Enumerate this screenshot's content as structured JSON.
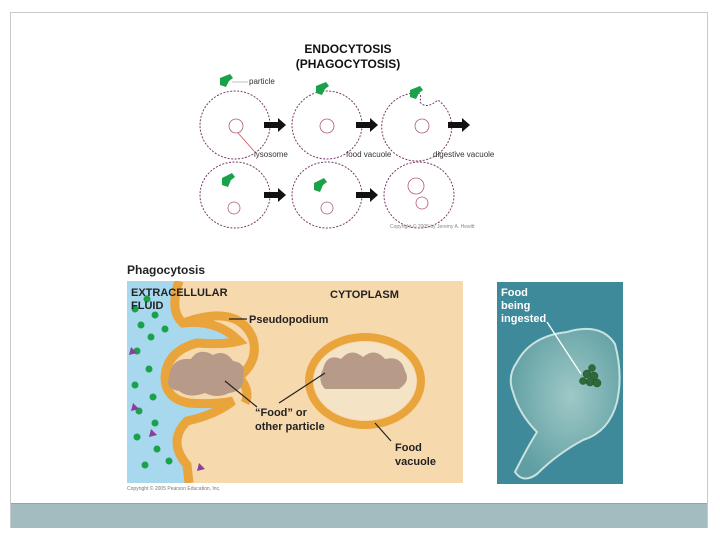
{
  "top_diagram": {
    "title_line1": "ENDOCYTOSIS",
    "title_line2": "(PHAGOCYTOSIS)",
    "label_particle": "particle",
    "label_lysosome": "lysosome",
    "label_food_vacuole": "food vacuole",
    "label_digestive_vacuole": "digestive vacuole",
    "copyright": "Copyright © 2005 by Jeremy A. Hewitt"
  },
  "phagocytosis_figure": {
    "title": "Phagocytosis",
    "label_extracellular_1": "EXTRACELLULAR",
    "label_extracellular_2": "FLUID",
    "label_cytoplasm": "CYTOPLASM",
    "label_pseudopodium": "Pseudopodium",
    "label_food_1": "“Food” or",
    "label_food_2": "other particle",
    "label_vacuole_1": "Food",
    "label_vacuole_2": "vacuole",
    "copyright": "Copyright © 2005 Pearson Education, Inc."
  },
  "micrograph": {
    "label_1": "Food",
    "label_2": "being",
    "label_3": "ingested"
  },
  "colors": {
    "extracellular_fluid": "#a8d8ee",
    "cytoplasm": "#f7d9ae",
    "membrane": "#e9a43c",
    "food": "#b79a88",
    "particle_green": "#1aa24a",
    "bottom_bar": "#a3bcc0"
  }
}
